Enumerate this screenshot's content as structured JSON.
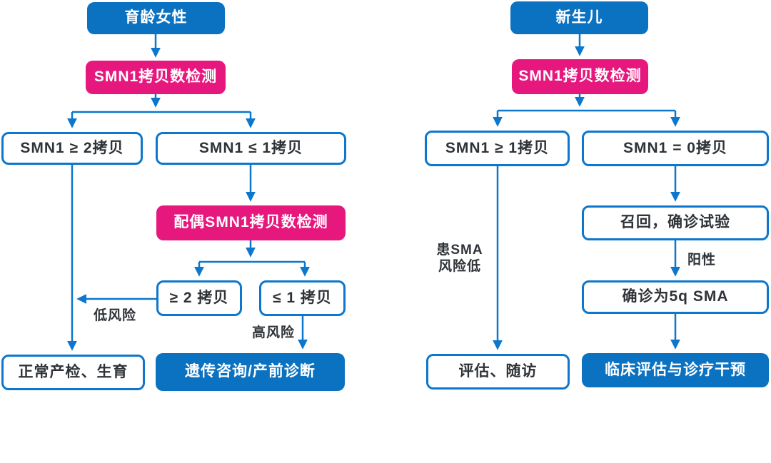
{
  "colors": {
    "blue": "#0b72c1",
    "stroke-blue": "#0c77cc",
    "magenta": "#e6177d",
    "text-dark": "#2f3338"
  },
  "left_flow": {
    "start": "育龄女性",
    "test": "SMN1拷贝数检测",
    "branch_ge2": "SMN1 ≥ 2拷贝",
    "branch_le1": "SMN1 ≤ 1拷贝",
    "spouse_test": "配偶SMN1拷贝数检测",
    "spouse_ge2": "≥ 2 拷贝",
    "spouse_le1": "≤ 1 拷贝",
    "label_low_risk": "低风险",
    "label_high_risk": "高风险",
    "outcome_normal": "正常产检、生育",
    "outcome_genetic": "遗传咨询/产前诊断"
  },
  "right_flow": {
    "start": "新生儿",
    "test": "SMN1拷贝数检测",
    "branch_ge1": "SMN1 ≥ 1拷贝",
    "branch_eq0": "SMN1 = 0拷贝",
    "label_low_sma_risk": "患SMA\n风险低",
    "recall": "召回，确诊试验",
    "label_positive": "阳性",
    "confirm": "确诊为5q SMA",
    "outcome_eval": "评估、随访",
    "outcome_clinical": "临床评估与诊疗干预"
  }
}
